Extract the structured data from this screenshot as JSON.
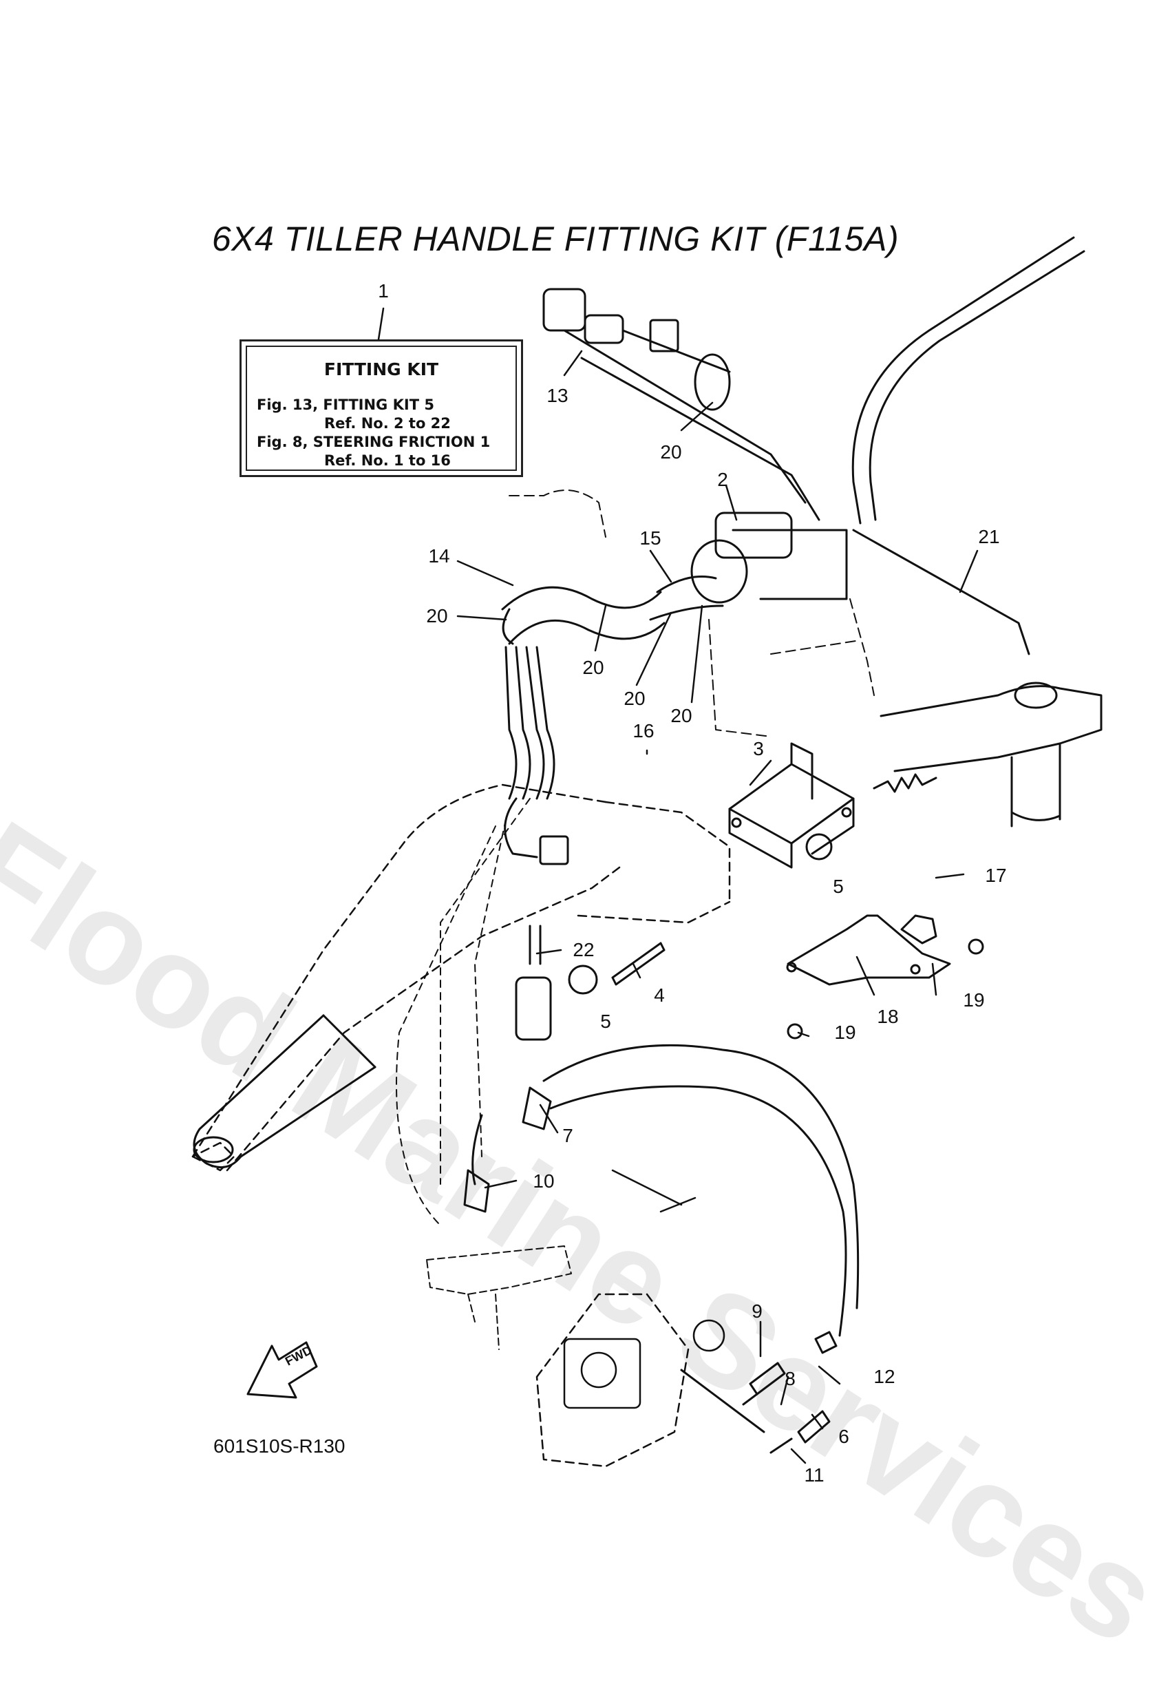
{
  "title": "6X4 TILLER HANDLE FITTING KIT (F115A)",
  "fitting_kit_box": {
    "heading": "FITTING KIT",
    "line1": "Fig. 13, FITTING KIT 5",
    "line2": "Ref. No. 2 to 22",
    "line3": "Fig. 8, STEERING FRICTION 1",
    "line4": "Ref. No. 1 to 16"
  },
  "callouts": [
    {
      "label": "1"
    },
    {
      "label": "13"
    },
    {
      "label": "20"
    },
    {
      "label": "2"
    },
    {
      "label": "21"
    },
    {
      "label": "14"
    },
    {
      "label": "15"
    },
    {
      "label": "20"
    },
    {
      "label": "20"
    },
    {
      "label": "20"
    },
    {
      "label": "20"
    },
    {
      "label": "16"
    },
    {
      "label": "3"
    },
    {
      "label": "5"
    },
    {
      "label": "17"
    },
    {
      "label": "22"
    },
    {
      "label": "4"
    },
    {
      "label": "5"
    },
    {
      "label": "18"
    },
    {
      "label": "19"
    },
    {
      "label": "19"
    },
    {
      "label": "7"
    },
    {
      "label": "10"
    },
    {
      "label": "9"
    },
    {
      "label": "8"
    },
    {
      "label": "12"
    },
    {
      "label": "6"
    },
    {
      "label": "11"
    }
  ],
  "fwd_label": "FWD",
  "diagram_code": "601S10S-R130",
  "watermark": "Flood Marine Services"
}
